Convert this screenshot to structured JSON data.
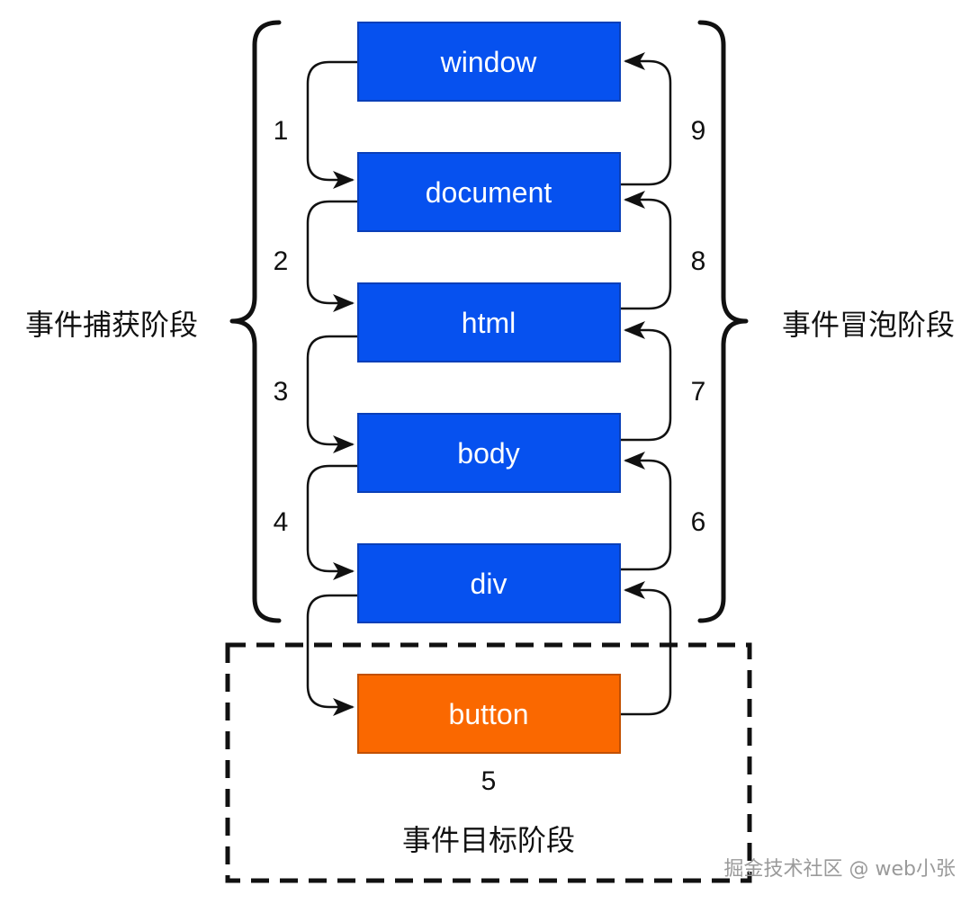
{
  "nodes": [
    {
      "id": "window",
      "label": "window",
      "color": "#0651EF"
    },
    {
      "id": "document",
      "label": "document",
      "color": "#0651EF"
    },
    {
      "id": "html",
      "label": "html",
      "color": "#0651EF"
    },
    {
      "id": "body",
      "label": "body",
      "color": "#0651EF"
    },
    {
      "id": "div",
      "label": "div",
      "color": "#0651EF"
    },
    {
      "id": "button",
      "label": "button",
      "color": "#FA6800"
    }
  ],
  "capture_steps": [
    "1",
    "2",
    "3",
    "4"
  ],
  "bubble_steps": [
    "9",
    "8",
    "7",
    "6"
  ],
  "target_step": "5",
  "phases": {
    "capture": "事件捕获阶段",
    "bubble": "事件冒泡阶段",
    "target": "事件目标阶段"
  },
  "watermark": "掘金技术社区 @ web小张"
}
